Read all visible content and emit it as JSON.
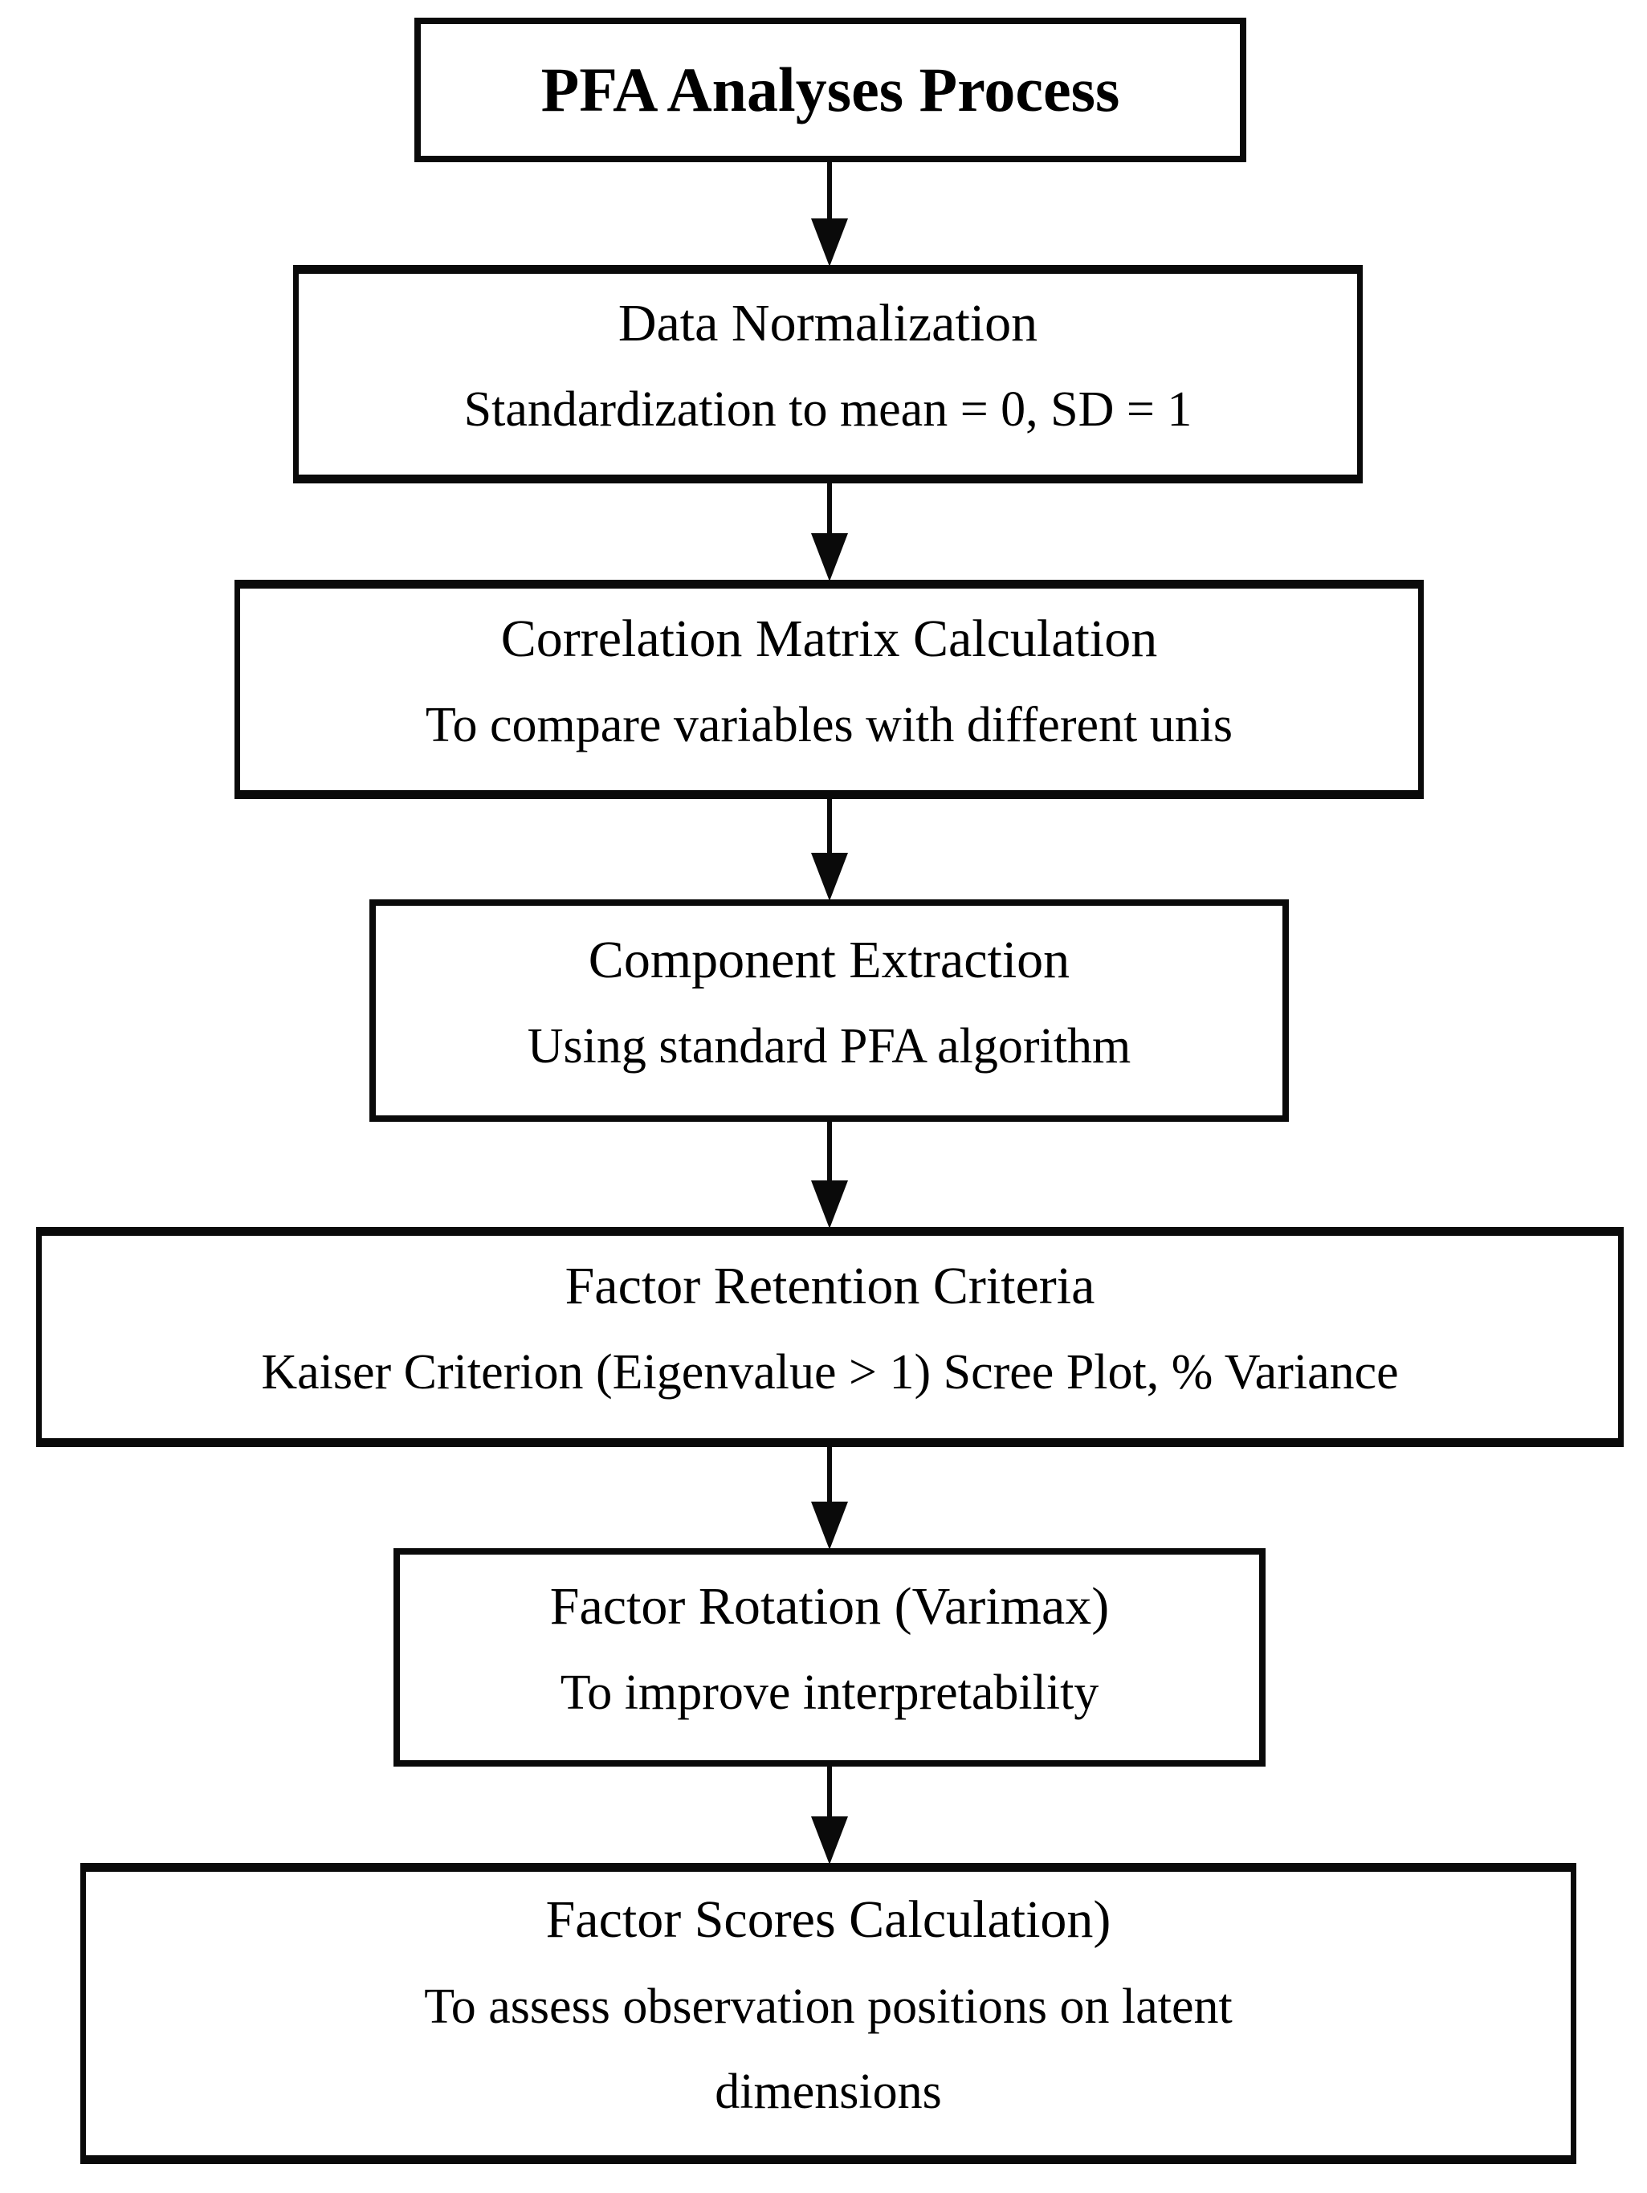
{
  "diagram": {
    "type": "flowchart",
    "orientation": "top-down",
    "colors": {
      "border": "#0a0a0a",
      "background": "#ffffff",
      "text": "#000000"
    },
    "root": {
      "label": "PFA Analyses Process"
    },
    "steps": [
      {
        "title": "Data Normalization",
        "subtitle": "Standardization to mean = 0, SD = 1"
      },
      {
        "title": "Correlation Matrix Calculation",
        "subtitle": "To compare variables with different unis"
      },
      {
        "title": "Component Extraction",
        "subtitle": "Using standard PFA algorithm"
      },
      {
        "title": "Factor Retention Criteria",
        "subtitle": "Kaiser Criterion (Eigenvalue > 1) Scree Plot, % Variance"
      },
      {
        "title": "Factor Rotation (Varimax)",
        "subtitle": "To improve interpretability"
      },
      {
        "title": "Factor Scores Calculation)",
        "subtitle": "To assess observation positions on latent dimensions"
      }
    ]
  }
}
